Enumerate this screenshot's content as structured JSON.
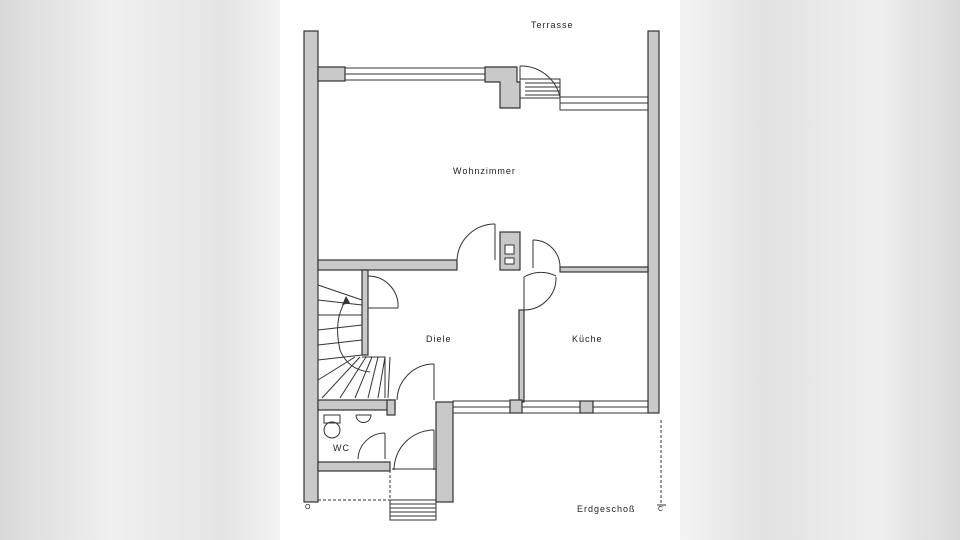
{
  "plan": {
    "title": "Erdgeschoß",
    "rooms": {
      "terrace": "Terrasse",
      "living": "Wohnzimmer",
      "hall": "Diele",
      "kitchen": "Küche",
      "wc": "WC"
    },
    "section_marks": {
      "left": "O",
      "right": "C"
    }
  }
}
